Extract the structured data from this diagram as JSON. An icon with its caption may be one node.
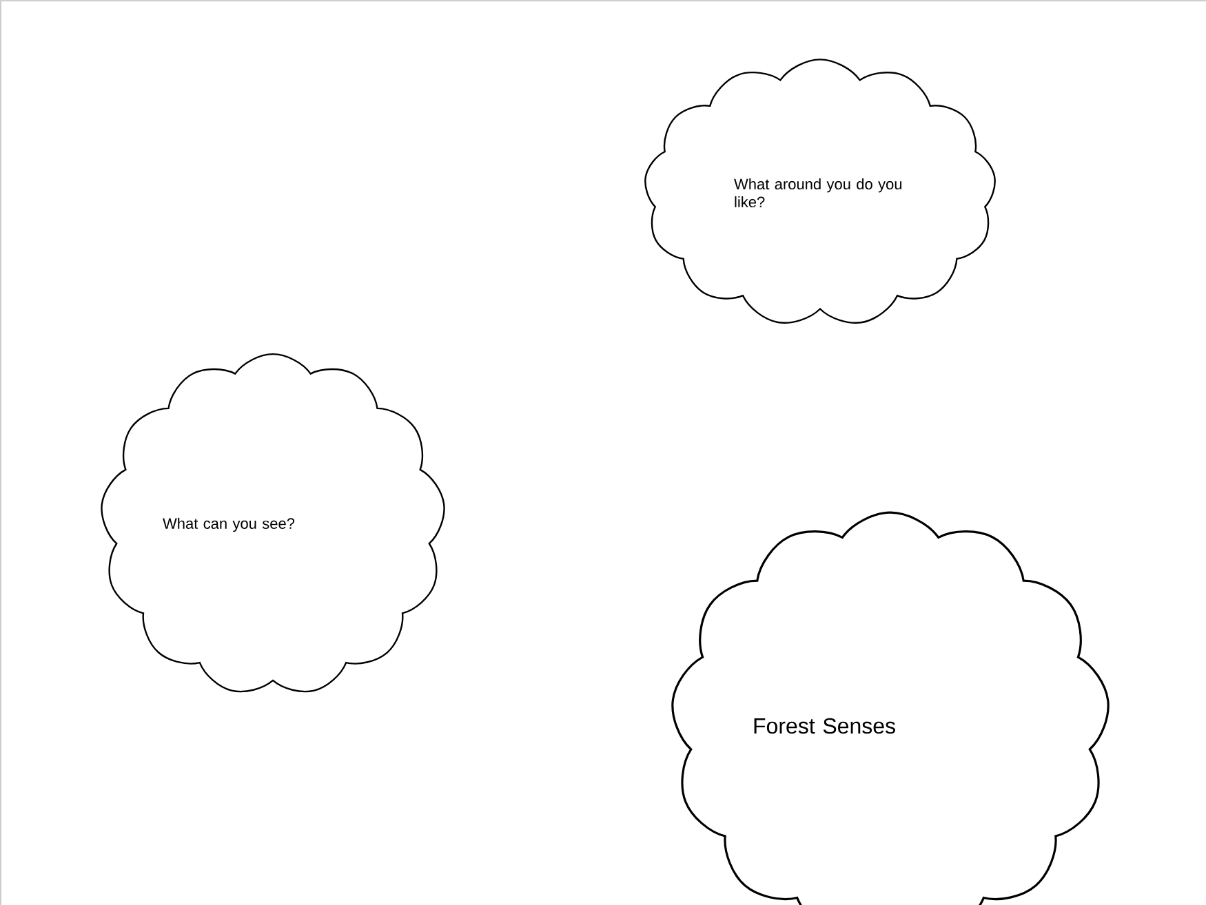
{
  "diagram": {
    "nodes": [
      {
        "text": [
          "What around you do you like?"
        ]
      },
      {
        "text": [
          "What can you see?"
        ]
      },
      {
        "text": [
          "Forest Senses"
        ]
      }
    ]
  }
}
